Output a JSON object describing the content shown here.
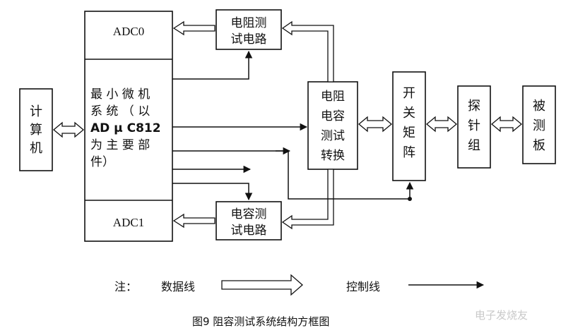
{
  "blocks": {
    "computer": {
      "label": "计算机"
    },
    "adc0": {
      "label": "ADC0"
    },
    "adc1": {
      "label": "ADC1"
    },
    "mcu": {
      "lines": [
        "最 小 微 机",
        "系 统 （ 以",
        "AD μ C812",
        "为 主 要 部",
        "件）"
      ]
    },
    "resistance_circuit": {
      "lines": [
        "电阻测",
        "试电路"
      ]
    },
    "capacitance_circuit": {
      "lines": [
        "电容测",
        "试电路"
      ]
    },
    "rc_switch": {
      "lines": [
        "电阻",
        "电容",
        "测试",
        "转换"
      ]
    },
    "switch_matrix": {
      "label": "开关矩阵"
    },
    "probe_group": {
      "label": "探针组"
    },
    "board": {
      "label": "被测板"
    }
  },
  "legend": {
    "note": "注：",
    "data_line": "数据线",
    "control_line": "控制线"
  },
  "caption": "图9  阻容测试系统结构方框图",
  "watermark": "电子发烧友"
}
